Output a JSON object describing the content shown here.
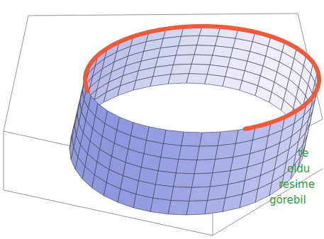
{
  "diagram": {
    "labels": [
      "te",
      "oldu",
      "resime",
      "görebil"
    ]
  }
}
